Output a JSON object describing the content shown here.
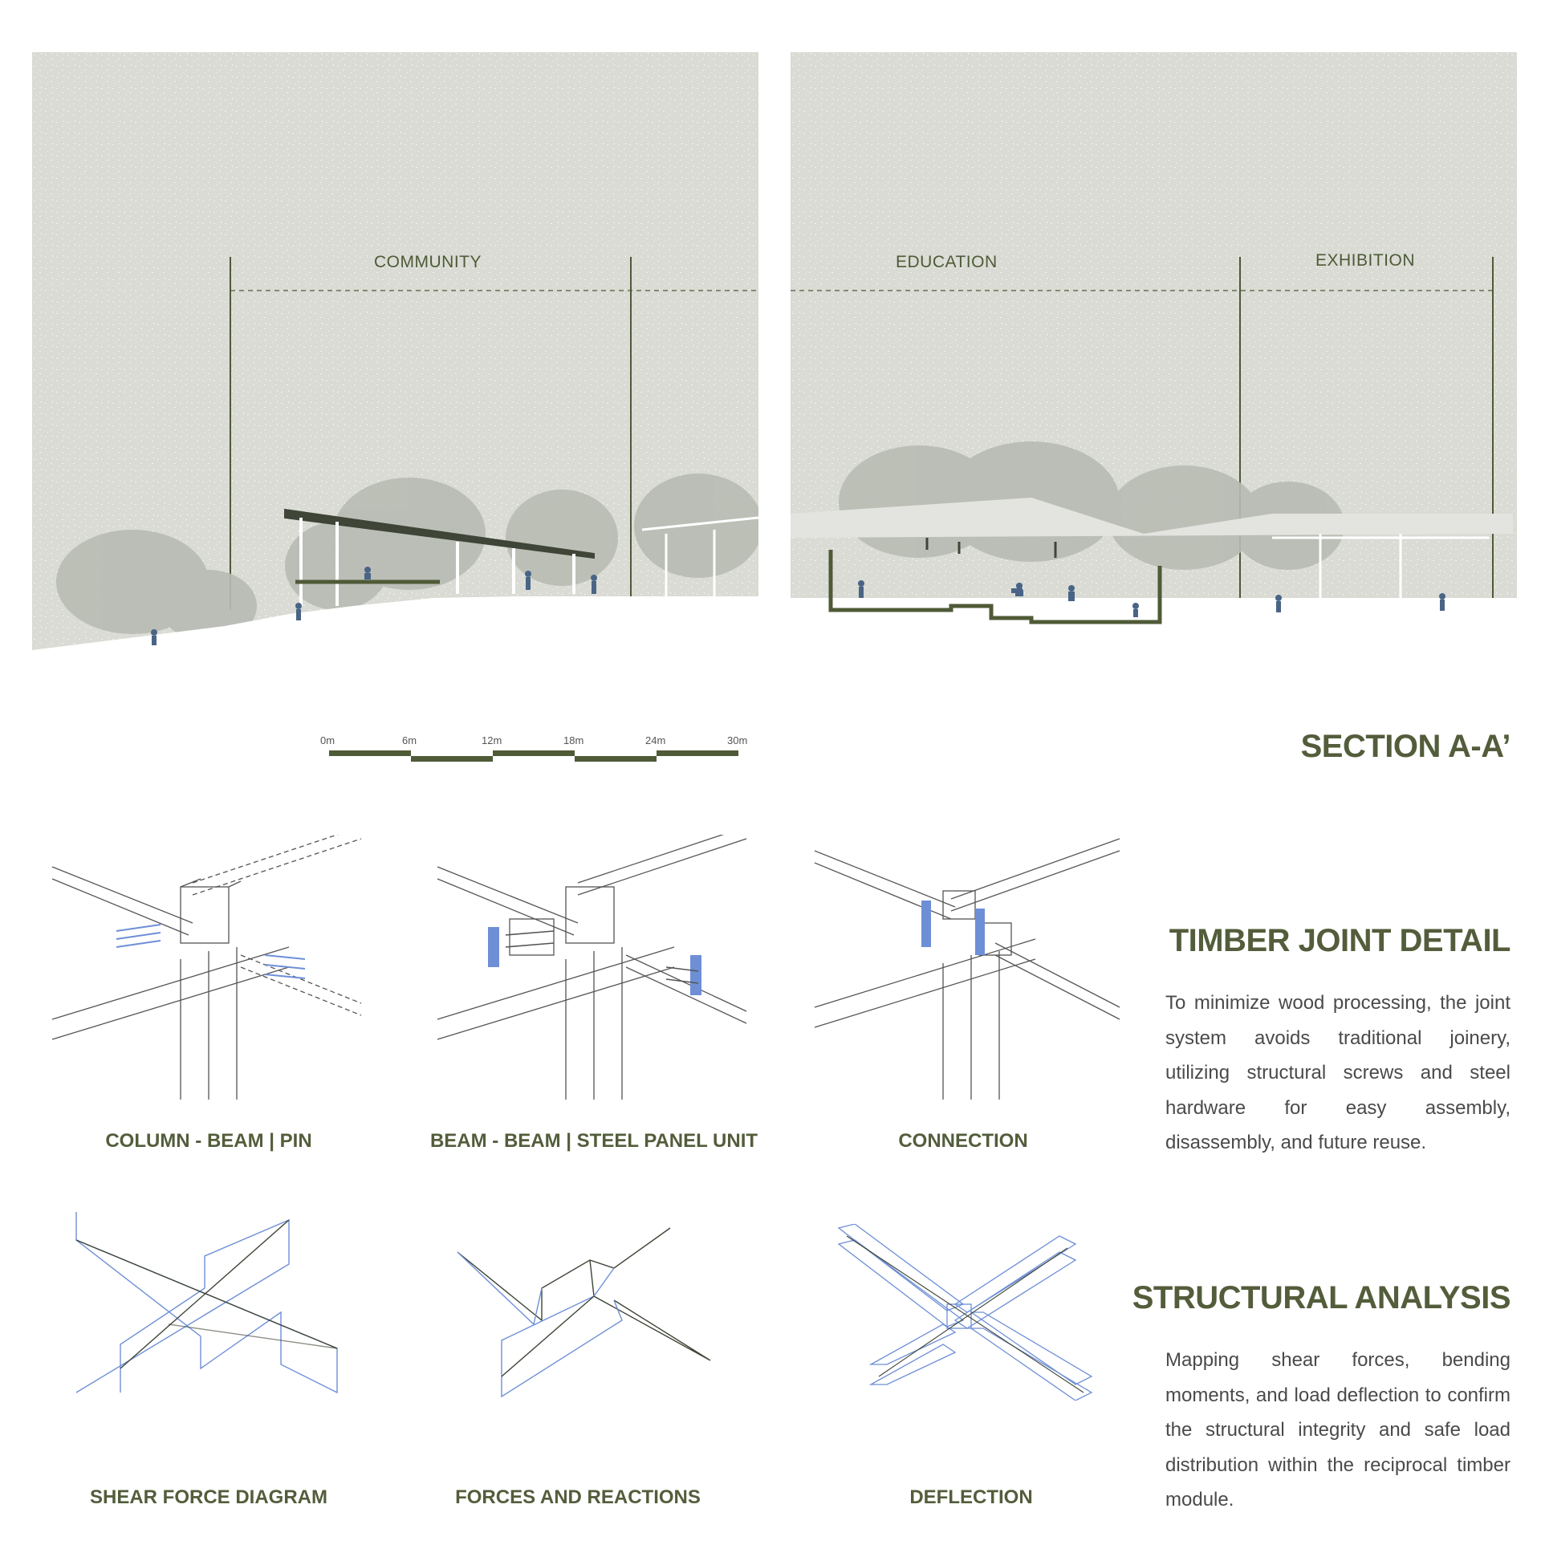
{
  "section": {
    "title": "SECTION A-A’",
    "zones": [
      "COMMUNITY",
      "EDUCATION",
      "EXHIBITION"
    ],
    "scale_ticks": [
      "0m",
      "6m",
      "12m",
      "18m",
      "24m",
      "30m"
    ]
  },
  "timber_joint": {
    "heading": "TIMBER JOINT DETAIL",
    "text": "To minimize wood processing, the joint system avoids traditional joinery, utilizing structural screws and steel hardware for easy assembly, disassembly, and future reuse.",
    "captions": [
      "COLUMN - BEAM | PIN",
      "BEAM - BEAM | STEEL PANEL UNIT",
      "CONNECTION"
    ]
  },
  "structural": {
    "heading": "STRUCTURAL ANALYSIS",
    "text": "Mapping shear forces, bending moments, and load deflection to confirm the structural integrity and safe load distribution within the reciprocal timber module.",
    "captions": [
      "SHEAR FORCE DIAGRAM",
      "FORCES AND REACTIONS",
      "DEFLECTION"
    ]
  },
  "colors": {
    "accent": "#535d3b",
    "line_dark": "#4f5a37",
    "diagram_blue": "#6e8fd6",
    "panel_bg": "#d9dbd4"
  }
}
